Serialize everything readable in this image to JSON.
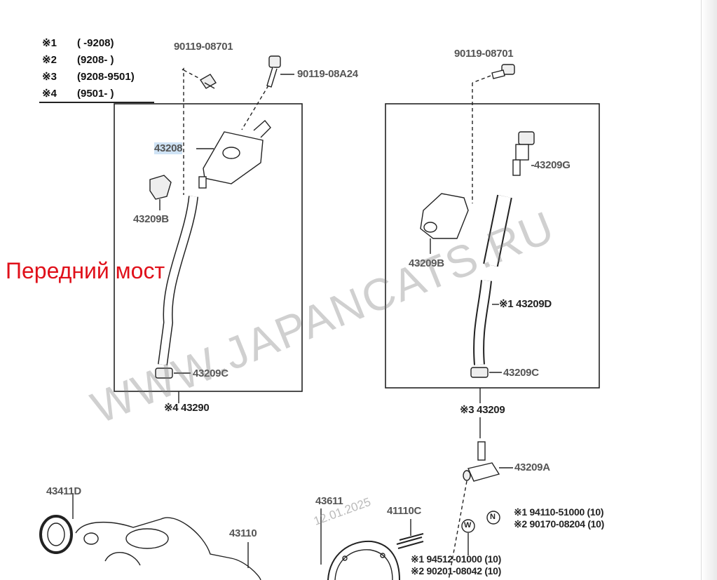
{
  "legend": [
    {
      "mark": "※1",
      "range": "(       -9208)"
    },
    {
      "mark": "※2",
      "range": "(9208-        )"
    },
    {
      "mark": "※3",
      "range": "(9208-9501)"
    },
    {
      "mark": "※4",
      "range": "(9501-        )"
    }
  ],
  "labels": {
    "l_90119_08701_a": "90119-08701",
    "l_90119_08a24": "90119-08A24",
    "l_43208": "43208",
    "l_43209b_a": "43209B",
    "l_43209c_a": "43209C",
    "l_43290": "※4 43290",
    "l_90119_08701_b": "90119-08701",
    "l_43209g": "43209G",
    "l_43209b_b": "43209B",
    "l_43209d": "※1 43209D",
    "l_43209c_b": "43209C",
    "l_43209": "※3 43209",
    "l_43209a": "43209A",
    "l_43411d": "43411D",
    "l_43611": "43611",
    "l_43110": "43110",
    "l_41110c": "41110C",
    "l_94110": "※1 94110-51000 (10)",
    "l_90170": "※2 90170-08204 (10)",
    "l_94512": "※1 94512-01000 (10)",
    "l_90201": "※2 90201-08042 (10)",
    "n_mark": "N",
    "w_mark": "W"
  },
  "note": "Передний мост",
  "watermark": "WWW.JAPANCATS.RU",
  "date_stamp": "12.01.2025",
  "colors": {
    "note": "#e0101a",
    "highlight": "#cfe3f5",
    "ink": "#222222"
  }
}
